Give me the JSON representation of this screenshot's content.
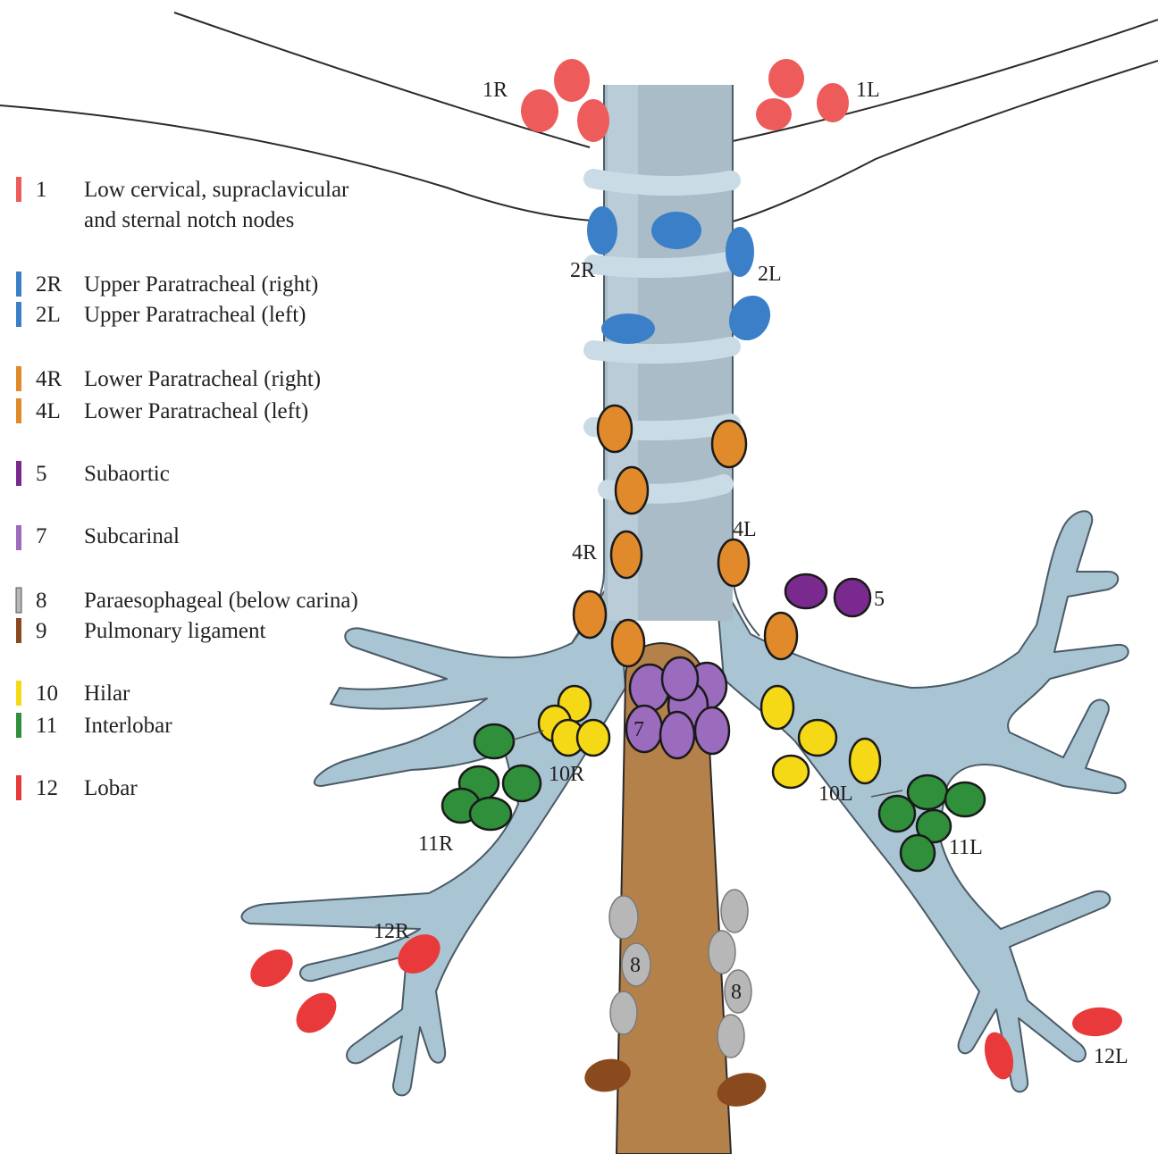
{
  "colors": {
    "station_1": "#ee5b5b",
    "station_2": "#3a7fc8",
    "station_4": "#e08a2c",
    "station_5": "#7a2a8e",
    "station_7": "#9b6bbd",
    "station_8": "#b7b7b7",
    "station_9": "#8a4a1e",
    "station_10": "#f5d916",
    "station_11": "#2f8f3a",
    "station_12": "#e83a3a",
    "airway": "#a9c4d3",
    "esophagus": "#b5814a"
  },
  "legend": [
    {
      "code": "1",
      "text": "Low cervical, supraclavicular",
      "text2": "and sternal notch nodes",
      "color_key": "station_1"
    },
    {
      "code": "2R",
      "text": "Upper Paratracheal (right)",
      "color_key": "station_2"
    },
    {
      "code": "2L",
      "text": "Upper Paratracheal (left)",
      "color_key": "station_2"
    },
    {
      "code": "4R",
      "text": "Lower Paratracheal (right)",
      "color_key": "station_4"
    },
    {
      "code": "4L",
      "text": "Lower Paratracheal (left)",
      "color_key": "station_4"
    },
    {
      "code": "5",
      "text": "Subaortic",
      "color_key": "station_5"
    },
    {
      "code": "7",
      "text": "Subcarinal",
      "color_key": "station_7"
    },
    {
      "code": "8",
      "text": "Paraesophageal (below carina)",
      "color_key": "station_8"
    },
    {
      "code": "9",
      "text": "Pulmonary ligament",
      "color_key": "station_9"
    },
    {
      "code": "10",
      "text": "Hilar",
      "color_key": "station_10"
    },
    {
      "code": "11",
      "text": "Interlobar",
      "color_key": "station_11"
    },
    {
      "code": "12",
      "text": "Lobar",
      "color_key": "station_12"
    }
  ],
  "node_labels": {
    "r1": "1R",
    "l1": "1L",
    "r2": "2R",
    "l2": "2L",
    "r4": "4R",
    "l4": "4L",
    "s5": "5",
    "s7": "7",
    "r10": "10R",
    "l10": "10L",
    "r11": "11R",
    "l11": "11L",
    "r12": "12R",
    "l12": "12L",
    "s8a": "8",
    "s8b": "8"
  }
}
